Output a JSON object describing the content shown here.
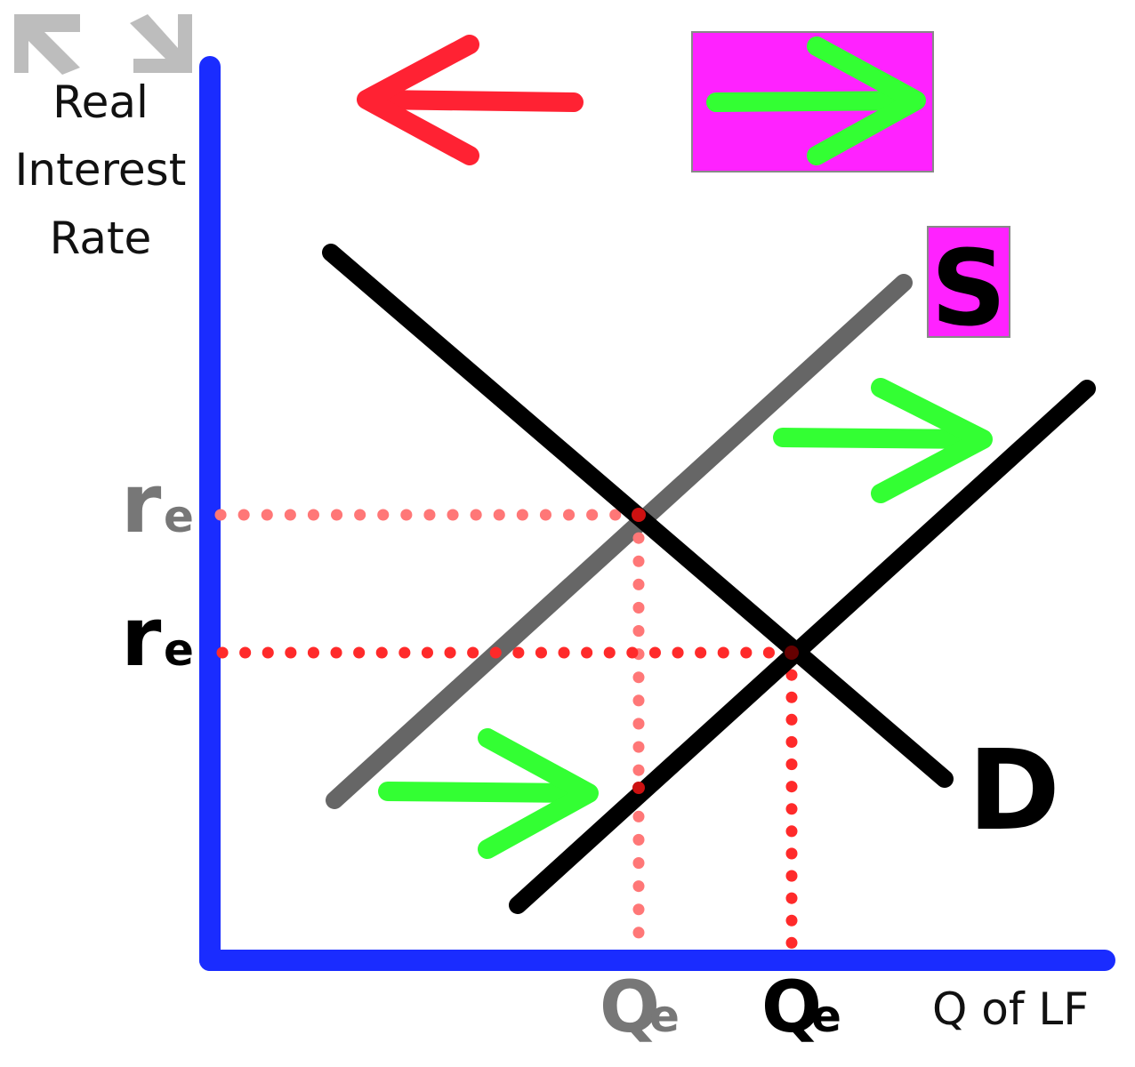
{
  "axes": {
    "y_label_lines": [
      "Real",
      "Interest",
      "Rate"
    ],
    "x_label": "Q of LF"
  },
  "curves": {
    "supply_label": "S",
    "demand_label": "D"
  },
  "equilibrium": {
    "old": {
      "r": "r",
      "r_sub": "e",
      "q": "Q",
      "q_sub": "e"
    },
    "new": {
      "r": "r",
      "r_sub": "e",
      "q": "Q",
      "q_sub": "e"
    }
  },
  "colors": {
    "axis": "#1a2cff",
    "demand": "#000000",
    "old_supply": "#666666",
    "new_supply": "#000000",
    "guide_dots": "#ff2a2a",
    "shift_arrow": "#33ff33",
    "left_arrow": "#ff2233",
    "highlight": "#ff22ff",
    "old_label": "#777777",
    "nav_icon": "#bdbdbd"
  },
  "icons": {
    "top_left_a": "arrow-down-left-icon",
    "top_left_b": "arrow-down-right-icon",
    "left_arrow": "arrow-left-icon",
    "right_arrow": "arrow-right-icon"
  }
}
